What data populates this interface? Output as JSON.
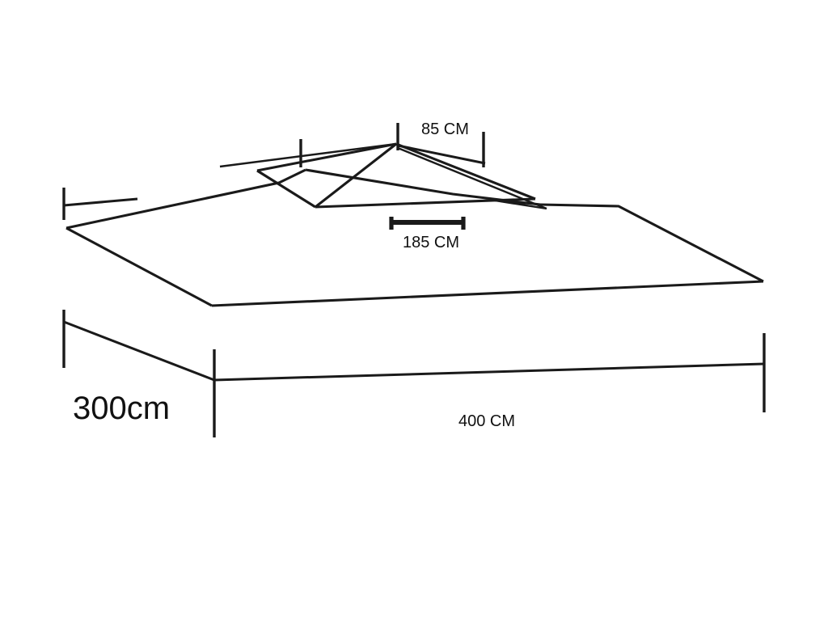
{
  "drawing": {
    "title": "Gazebo Canopy Replacement Top - Dimensioned Line Drawing",
    "subject": "two-tier rectangular gazebo canopy roof",
    "background_color": "#ffffff",
    "line_color": "#1a1a1a",
    "text_color": "#111111"
  },
  "dimensions": {
    "top_tier_width": {
      "label": "85 CM",
      "value": 85,
      "unit": "CM",
      "describes": "upper tier roof cap span",
      "style": "extension-ticks-with-leader"
    },
    "mid_tier_width": {
      "label": "185 CM",
      "value": 185,
      "unit": "CM",
      "describes": "second tier roof span",
      "style": "thick-bar-with-end-caps"
    },
    "depth": {
      "label": "300cm",
      "value": 300,
      "unit": "cm",
      "describes": "canopy depth / short side",
      "style": "diagonal-leader-with-ticks"
    },
    "width": {
      "label": "400 CM",
      "value": 400,
      "unit": "CM",
      "describes": "canopy width / long side",
      "style": "horizontal-leader-with-ticks"
    }
  }
}
